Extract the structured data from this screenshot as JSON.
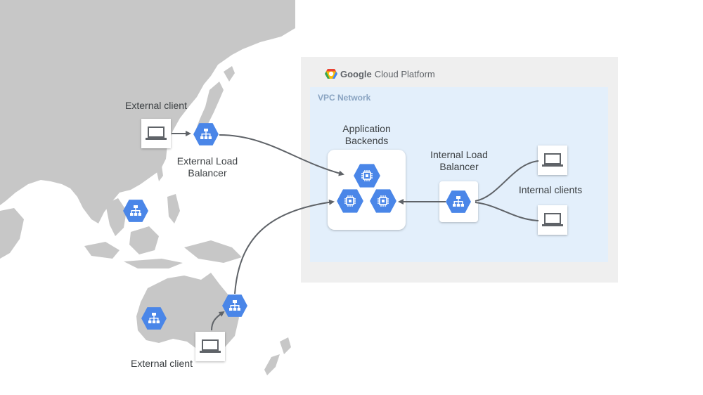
{
  "platform": {
    "brand": "Google",
    "name": "Cloud Platform"
  },
  "vpc": {
    "title": "VPC Network"
  },
  "nodes": {
    "external_client_top": "External client",
    "external_lb": "External Load\nBalancer",
    "app_backends": "Application\nBackends",
    "internal_lb": "Internal Load\nBalancer",
    "internal_clients": "Internal clients",
    "external_client_bottom": "External client"
  },
  "icons": {
    "load_balancer": "load-balancer-icon",
    "compute": "compute-chip-icon",
    "client": "laptop-icon"
  },
  "colors": {
    "hex_blue": "#4a86e8",
    "map_gray": "#c7c7c7",
    "gcp_panel": "#efefef",
    "vpc_panel": "#e3effb",
    "arrow": "#5f6368"
  }
}
